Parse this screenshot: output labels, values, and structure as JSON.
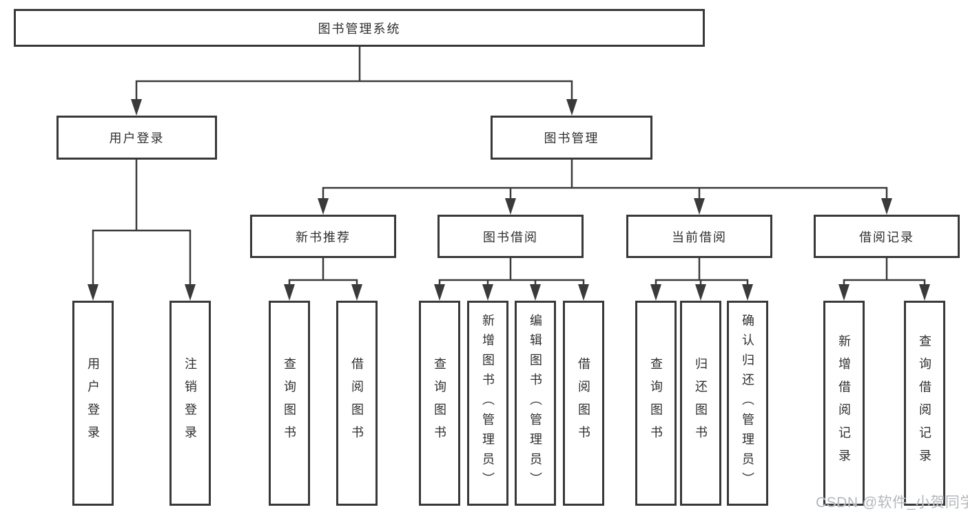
{
  "tree": {
    "label": "图书管理系统",
    "children": [
      {
        "label": "用户登录",
        "children": [
          {
            "label": "用户登录"
          },
          {
            "label": "注销登录"
          }
        ]
      },
      {
        "label": "图书管理",
        "children": [
          {
            "label": "新书推荐",
            "children": [
              {
                "label": "查询图书"
              },
              {
                "label": "借阅图书"
              }
            ]
          },
          {
            "label": "图书借阅",
            "children": [
              {
                "label": "查询图书"
              },
              {
                "label": "新增图书（管理员）"
              },
              {
                "label": "编辑图书（管理员）"
              },
              {
                "label": "借阅图书"
              }
            ]
          },
          {
            "label": "当前借阅",
            "children": [
              {
                "label": "查询图书"
              },
              {
                "label": "归还图书"
              },
              {
                "label": "确认归还（管理员）"
              }
            ]
          },
          {
            "label": "借阅记录",
            "children": [
              {
                "label": "新增借阅记录"
              },
              {
                "label": "查询借阅记录"
              }
            ]
          }
        ]
      }
    ]
  },
  "watermark": {
    "text": "CSDN @软件_小贺同学"
  },
  "colors": {
    "line": "#3a3a3a",
    "box_border": "#383838",
    "text": "#2f2f2f",
    "background": "#ffffff",
    "watermark": "#b4b8bc"
  }
}
